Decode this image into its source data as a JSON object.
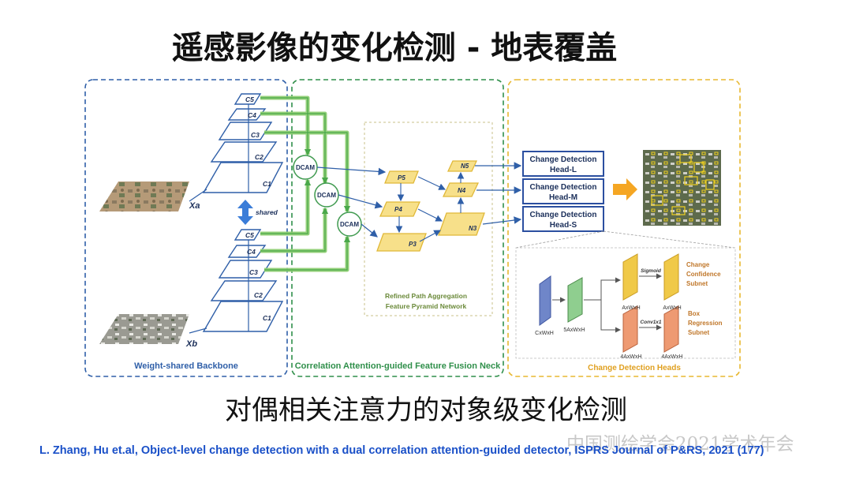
{
  "slide": {
    "title": "遥感影像的变化检测 - 地表覆盖",
    "subtitle": "对偶相关注意力的对象级变化检测",
    "reference": "L. Zhang, Hu et.al, Object-level change detection with a dual correlation attention-guided detector, ISPRS Journal of P&RS, 2021 (177)",
    "watermark": "中国测绘学会2021学术年会"
  },
  "diagram": {
    "backbone": {
      "caption": "Weight-shared Backbone",
      "top_layers": [
        "C5",
        "C4",
        "C3",
        "C2",
        "C1"
      ],
      "bottom_layers": [
        "C5",
        "C4",
        "C3",
        "C2",
        "C1"
      ],
      "input_a": "Xa",
      "input_b": "Xb",
      "shared_label": "shared"
    },
    "neck": {
      "caption": "Correlation Attention-guided Feature Fusion Neck",
      "dcam": [
        "DCAM",
        "DCAM",
        "DCAM"
      ],
      "p_levels": [
        "P5",
        "P4",
        "P3"
      ],
      "n_levels": [
        "N5",
        "N4",
        "N3"
      ],
      "fpn_line1": "Refined Path Aggregation",
      "fpn_line2": "Feature Pyramid Network"
    },
    "heads": {
      "caption": "Change Detection Heads",
      "boxes": [
        {
          "line1": "Change Detection",
          "line2": "Head-L"
        },
        {
          "line1": "Change Detection",
          "line2": "Head-M"
        },
        {
          "line1": "Change Detection",
          "line2": "Head-S"
        }
      ],
      "detail": {
        "in_dim": "CxWxH",
        "mid_dim": "5AxWxH",
        "sig_label": "Sigmoid",
        "conv_label": "Conv1x1",
        "conf_dims": [
          "AxWxH",
          "AxWxH"
        ],
        "box_dims": [
          "4AxWxH",
          "4AxWxH"
        ],
        "conf_subnet": [
          "Change",
          "Confidence",
          "Subnet"
        ],
        "box_subnet": [
          "Box",
          "Regression",
          "Subnet"
        ]
      }
    },
    "colors": {
      "backbone": "#2f5fa8",
      "neck": "#2f8f4a",
      "heads": "#e8b830",
      "fpn_fill": "#f7e08a",
      "head_box": "#2b4fa0"
    }
  }
}
